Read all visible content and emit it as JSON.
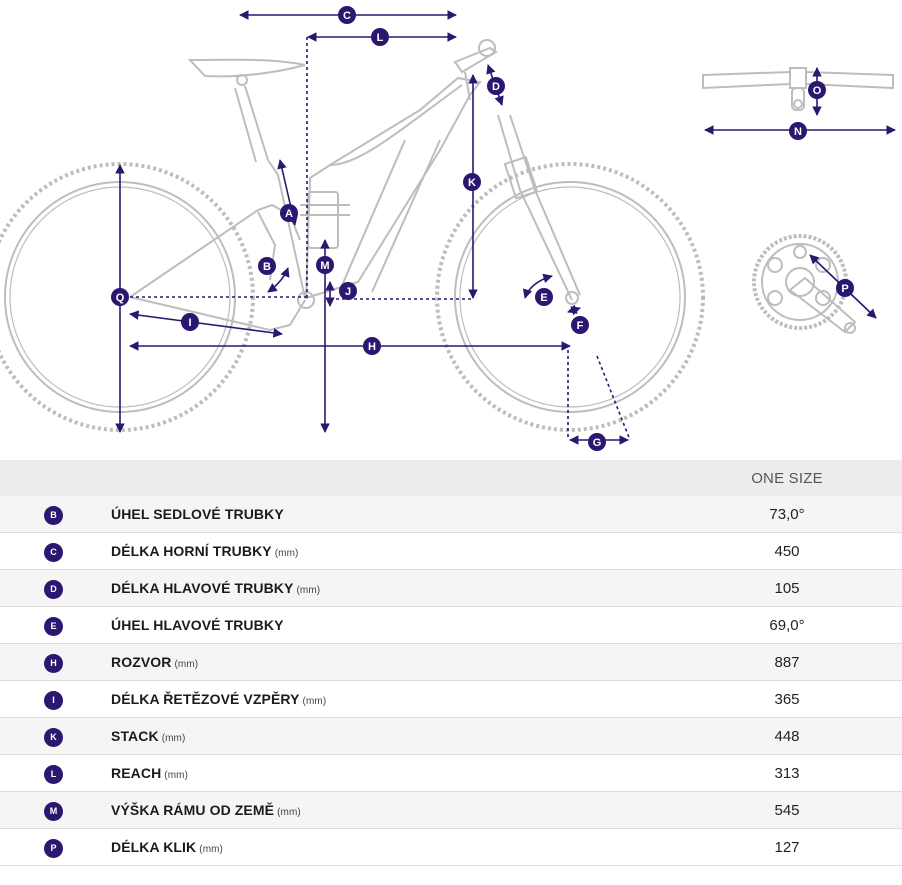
{
  "diagram": {
    "markers": {
      "A": "A",
      "B": "B",
      "C": "C",
      "D": "D",
      "E": "E",
      "F": "F",
      "G": "G",
      "H": "H",
      "I": "I",
      "J": "J",
      "K": "K",
      "L": "L",
      "M": "M",
      "N": "N",
      "O": "O",
      "P": "P",
      "Q": "Q"
    }
  },
  "table": {
    "column_header": "ONE SIZE",
    "rows": [
      {
        "marker": "B",
        "label": "ÚHEL SEDLOVÉ TRUBKY",
        "unit": "",
        "value": "73,0°"
      },
      {
        "marker": "C",
        "label": "DÉLKA HORNÍ TRUBKY",
        "unit": "(mm)",
        "value": "450"
      },
      {
        "marker": "D",
        "label": "DÉLKA HLAVOVÉ TRUBKY",
        "unit": "(mm)",
        "value": "105"
      },
      {
        "marker": "E",
        "label": "ÚHEL HLAVOVÉ TRUBKY",
        "unit": "",
        "value": "69,0°"
      },
      {
        "marker": "H",
        "label": "ROZVOR",
        "unit": "(mm)",
        "value": "887"
      },
      {
        "marker": "I",
        "label": "DÉLKA ŘETĚZOVÉ VZPĚRY",
        "unit": "(mm)",
        "value": "365"
      },
      {
        "marker": "K",
        "label": "STACK",
        "unit": "(mm)",
        "value": "448"
      },
      {
        "marker": "L",
        "label": "REACH",
        "unit": "(mm)",
        "value": "313"
      },
      {
        "marker": "M",
        "label": "VÝŠKA RÁMU OD ZEMĚ",
        "unit": "(mm)",
        "value": "545"
      },
      {
        "marker": "P",
        "label": "DÉLKA KLIK",
        "unit": "(mm)",
        "value": "127"
      }
    ]
  },
  "colors": {
    "accent": "#2b1670",
    "line_art": "#bdbdbd",
    "header_bg": "#ececec"
  }
}
